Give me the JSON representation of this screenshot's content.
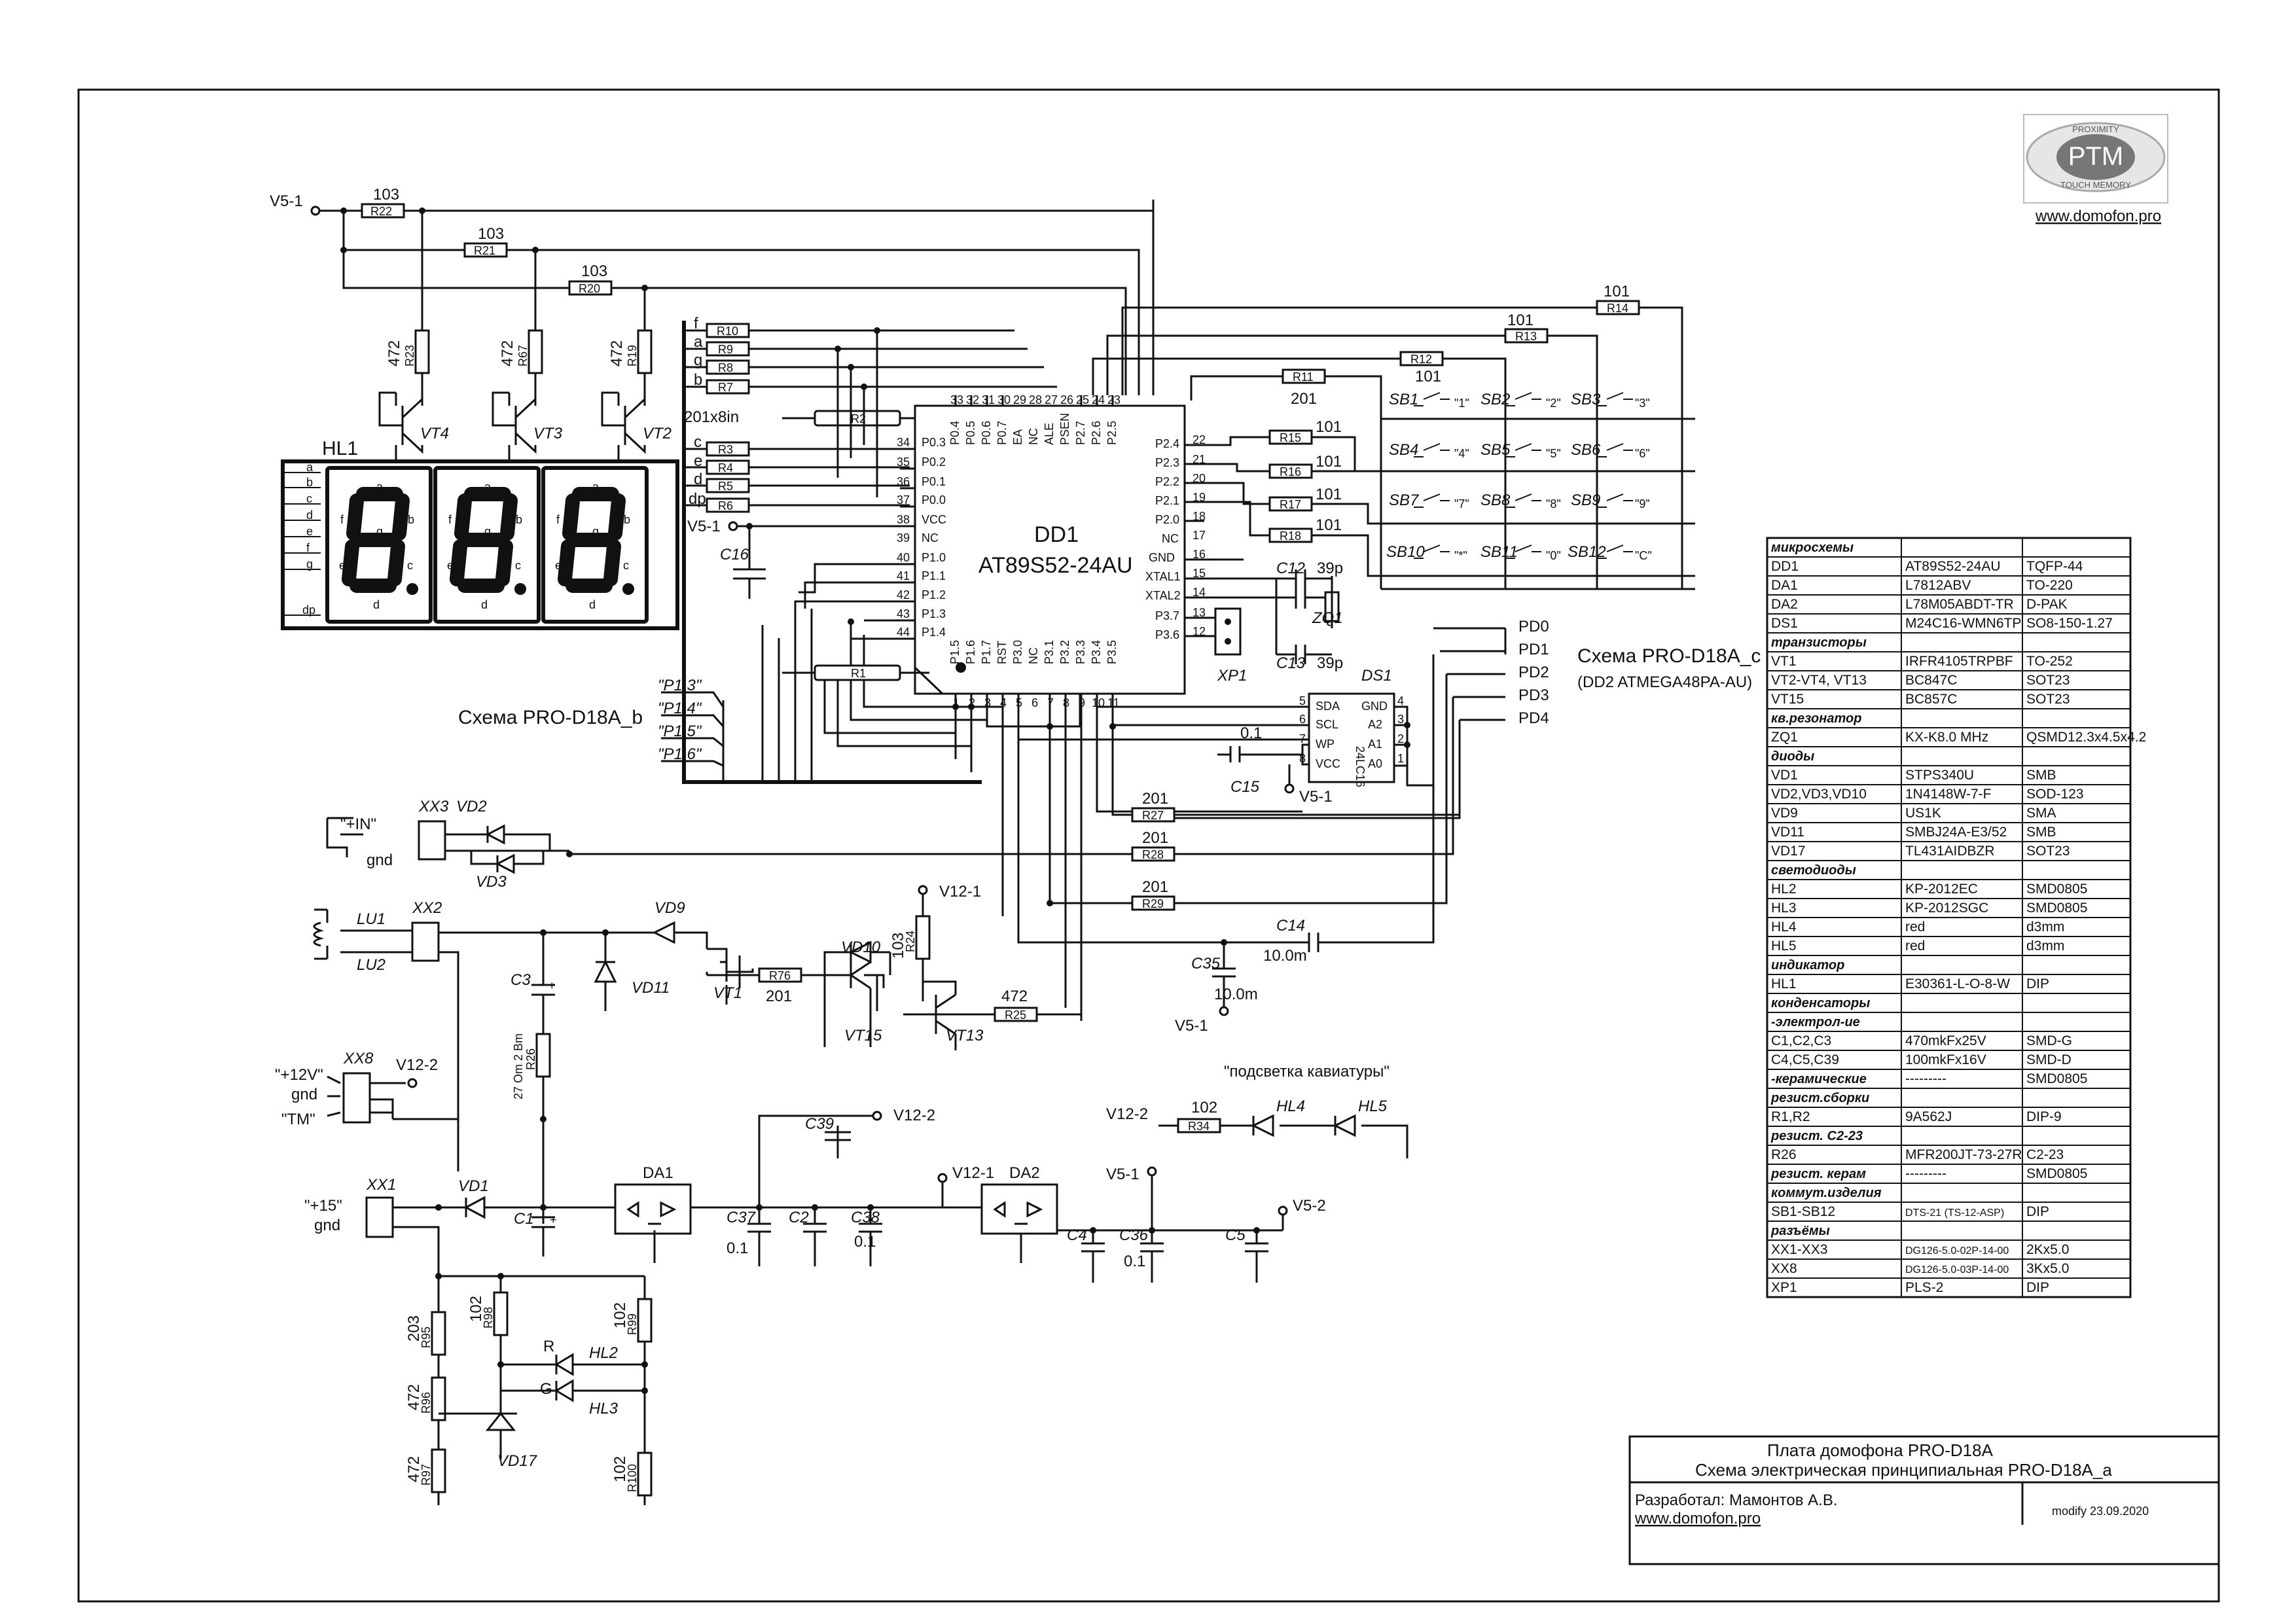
{
  "title_block": {
    "line1": "Плата домофона  PRO-D18A",
    "line2": "Схема электрическая принципиальная PRO-D18A_a",
    "author": "Разработал: Мамонтов А.В.",
    "site": "www.domofon.pro",
    "modified": "modify 23.09.2020"
  },
  "logo": {
    "text": "PTM",
    "ring_top": "PROXIMITY",
    "ring_bottom": "TOUCH MEMORY",
    "url": "www.domofon.pro"
  },
  "mcu": {
    "ref": "DD1",
    "part": "AT89S52-24AU"
  },
  "eeprom": {
    "ref": "DS1",
    "part": "24LC16"
  },
  "ext_labels": {
    "schema_b": "Схема  PRO-D18A_b",
    "schema_c": "Схема  PRO-D18A_c",
    "schema_c_sub": "(DD2 ATMEGA48PA-AU)",
    "backlight": "\"подсветка кавиатуры\"",
    "pd": [
      "PD0",
      "PD1",
      "PD2",
      "PD3",
      "PD4"
    ],
    "p1": [
      "\"P1.3\"",
      "\"P1.4\"",
      "\"P1.5\"",
      "\"P1.6\""
    ]
  },
  "bom": {
    "rows": [
      {
        "h": "микросхемы"
      },
      {
        "c": [
          "DD1",
          "AT89S52-24AU",
          "TQFP-44"
        ]
      },
      {
        "c": [
          "DA1",
          "L7812ABV",
          "TO-220"
        ]
      },
      {
        "c": [
          "DA2",
          "L78M05ABDT-TR",
          "D-PAK"
        ]
      },
      {
        "c": [
          "DS1",
          "M24C16-WMN6TP",
          "SO8-150-1.27"
        ]
      },
      {
        "h": "транзисторы"
      },
      {
        "c": [
          "VT1",
          "IRFR4105TRPBF",
          "TO-252"
        ]
      },
      {
        "c": [
          "VT2-VT4, VT13",
          "BC847C",
          "SOT23"
        ]
      },
      {
        "c": [
          "VT15",
          "BC857C",
          "SOT23"
        ]
      },
      {
        "h": "кв.резонатор"
      },
      {
        "c": [
          "ZQ1",
          "KX-K8.0 MHz",
          "QSMD12.3x4.5x4.2"
        ]
      },
      {
        "h": "диоды"
      },
      {
        "c": [
          "VD1",
          "STPS340U",
          "SMB"
        ]
      },
      {
        "c": [
          "VD2,VD3,VD10",
          "1N4148W-7-F",
          "SOD-123"
        ]
      },
      {
        "c": [
          "VD9",
          "US1K",
          "SMA"
        ]
      },
      {
        "c": [
          "VD11",
          "SMBJ24A-E3/52",
          "SMB"
        ]
      },
      {
        "c": [
          "VD17",
          "TL431AIDBZR",
          "SOT23"
        ]
      },
      {
        "h": "светодиоды"
      },
      {
        "c": [
          "HL2",
          "KP-2012EC",
          "SMD0805"
        ]
      },
      {
        "c": [
          "HL3",
          "KP-2012SGC",
          "SMD0805"
        ]
      },
      {
        "c": [
          "HL4",
          "red",
          "d3mm"
        ]
      },
      {
        "c": [
          "HL5",
          "red",
          "d3mm"
        ]
      },
      {
        "h": "индикатор"
      },
      {
        "c": [
          "HL1",
          "E30361-L-O-8-W",
          "DIP"
        ]
      },
      {
        "h": "конденсаторы"
      },
      {
        "h": "-электрол-ие"
      },
      {
        "c": [
          "C1,C2,C3",
          "470mkFx25V",
          "SMD-G"
        ]
      },
      {
        "c": [
          "C4,C5,C39",
          "100mkFx16V",
          "SMD-D"
        ]
      },
      {
        "h2": [
          "-керамические",
          "---------",
          "SMD0805"
        ]
      },
      {
        "h": "резист.сборки"
      },
      {
        "c": [
          "R1,R2",
          "9A562J",
          "DIP-9"
        ]
      },
      {
        "h": "резист. C2-23"
      },
      {
        "c": [
          "R26",
          "MFR200JT-73-27R",
          "C2-23"
        ]
      },
      {
        "h2": [
          "резист. керам",
          "---------",
          "SMD0805"
        ]
      },
      {
        "h": "коммут.изделия"
      },
      {
        "c": [
          "SB1-SB12",
          "DTS-21 (TS-12-ASP)",
          "DIP"
        ]
      },
      {
        "h": "разъёмы"
      },
      {
        "c": [
          "XX1-XX3",
          "DG126-5.0-02P-14-00",
          "2Kx5.0"
        ]
      },
      {
        "c": [
          "XX8",
          "DG126-5.0-03P-14-00",
          "3Kx5.0"
        ]
      },
      {
        "c": [
          "XP1",
          "PLS-2",
          "DIP"
        ]
      }
    ]
  }
}
